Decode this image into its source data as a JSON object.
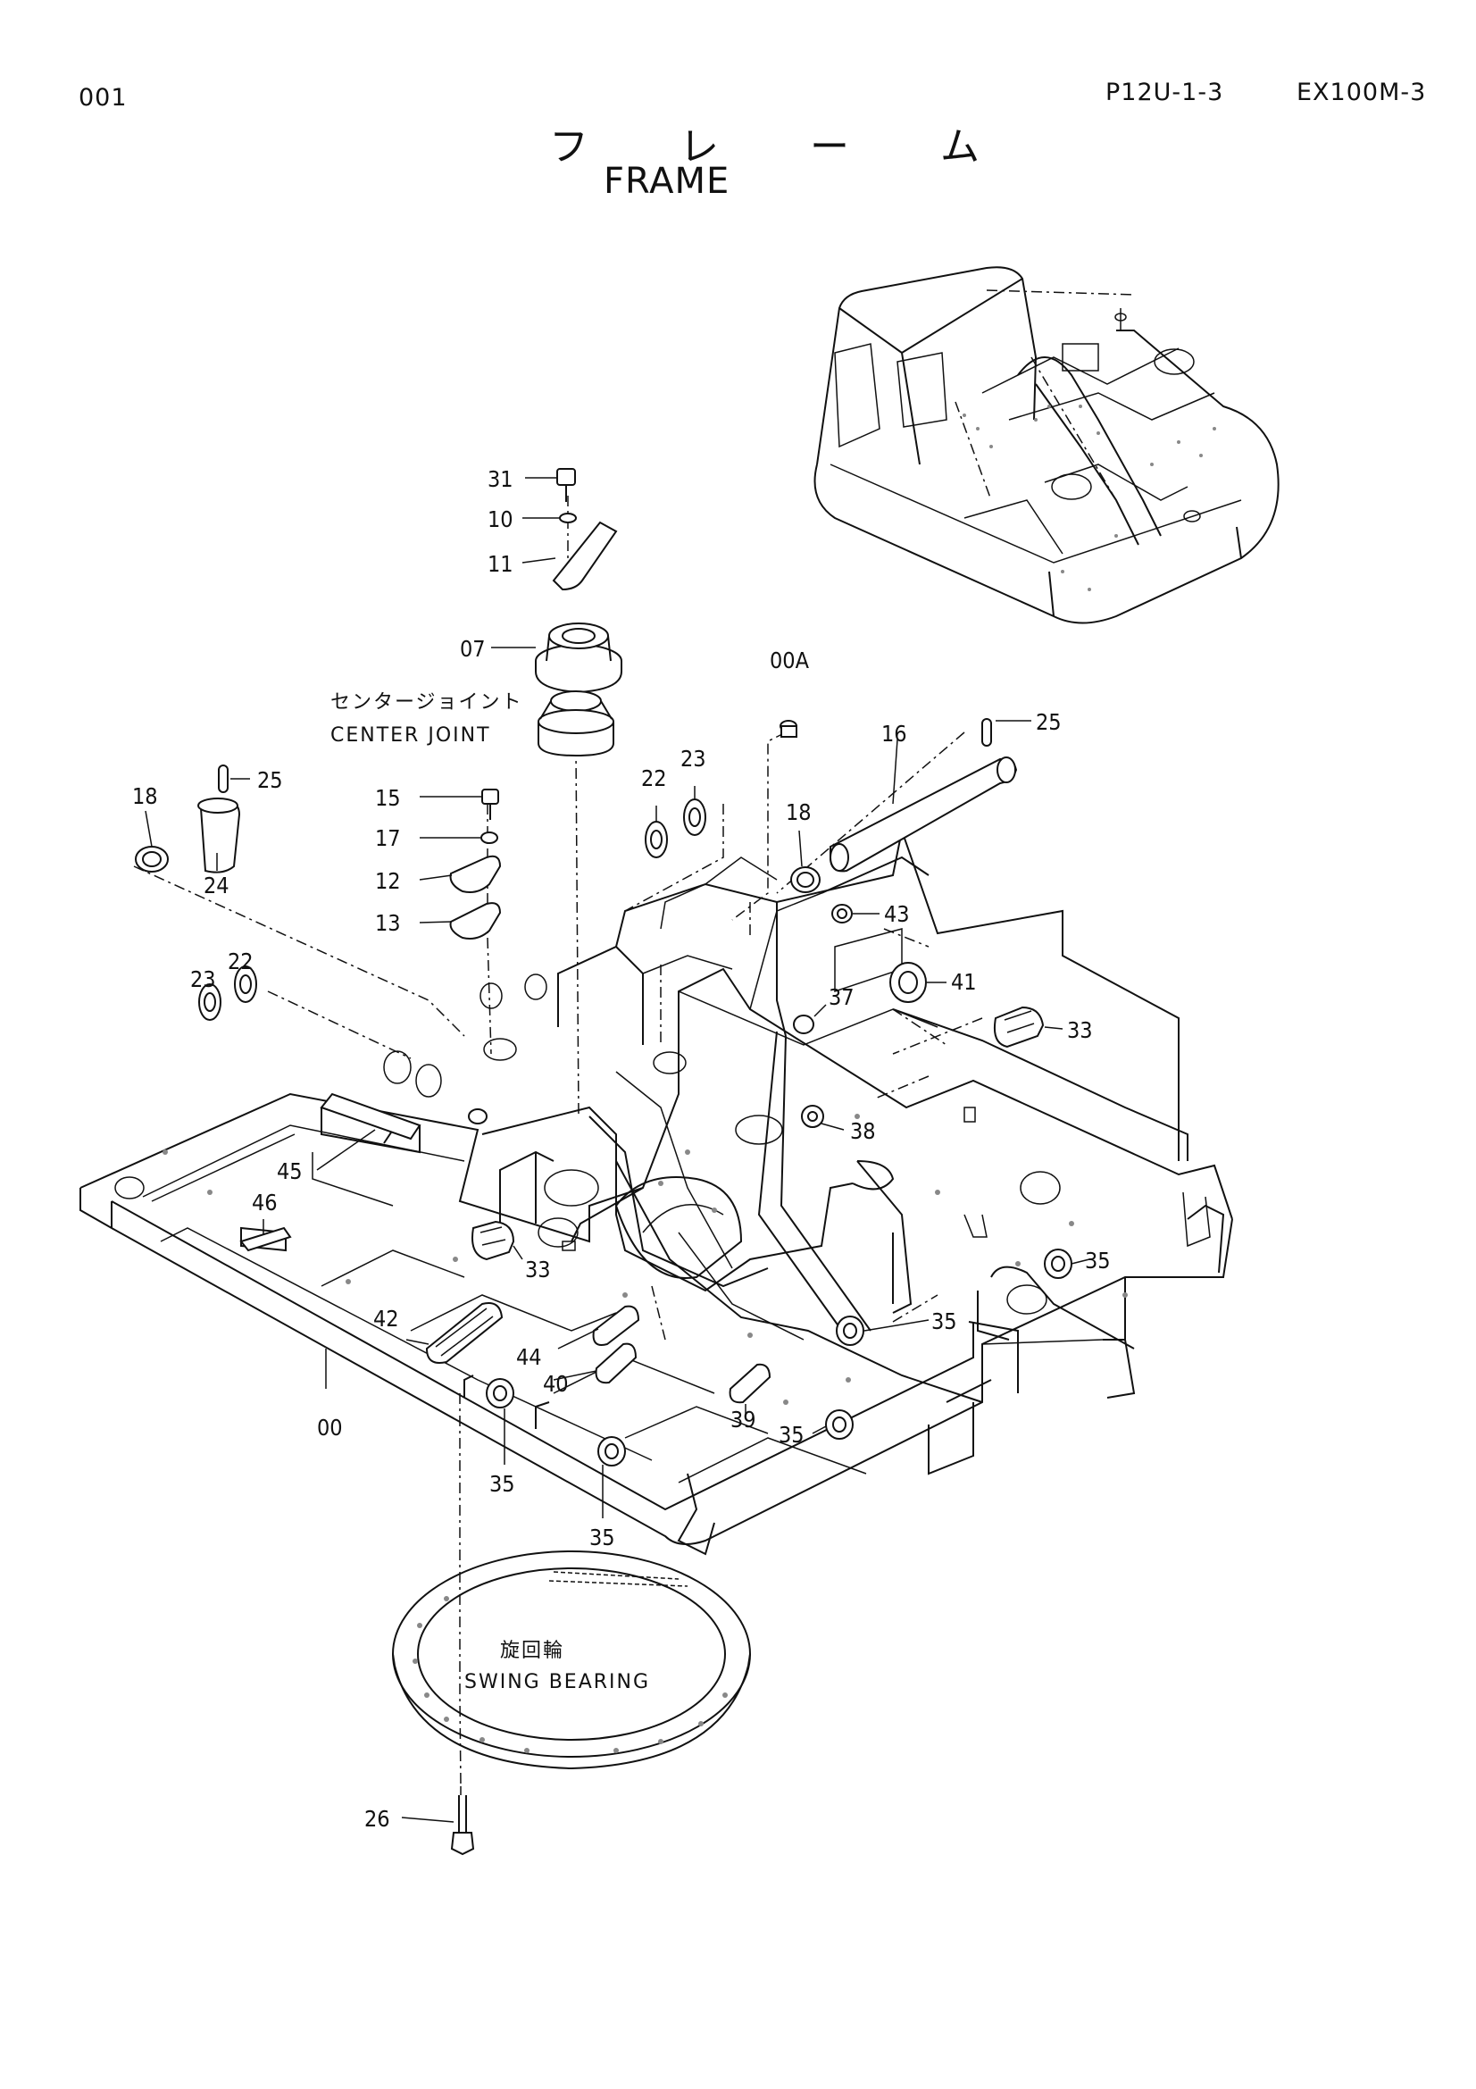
{
  "header": {
    "page_number": "001",
    "code": "P12U-1-3",
    "model": "EX100M-3"
  },
  "title": {
    "japanese": "フ レ ー ム",
    "english": "FRAME"
  },
  "captions": {
    "center_joint_jp": "センタージョイント",
    "center_joint_en": "CENTER JOINT",
    "swing_bearing_jp": "旋回輪",
    "swing_bearing_en": "SWING BEARING"
  },
  "part_labels": {
    "p31": "31",
    "p10": "10",
    "p11": "11",
    "p07": "07",
    "p00A": "00A",
    "p16": "16",
    "p25a": "25",
    "p25b": "25",
    "p18a": "18",
    "p24": "24",
    "p15": "15",
    "p17": "17",
    "p12": "12",
    "p13": "13",
    "p22a": "22",
    "p23a": "23",
    "p18b": "18",
    "p43": "43",
    "p41": "41",
    "p37": "37",
    "p23b": "23",
    "p22b": "22",
    "p33a": "33",
    "p38": "38",
    "p45": "45",
    "p46": "46",
    "p33b": "33",
    "p35a": "35",
    "p42": "42",
    "p35b": "35",
    "p44": "44",
    "p40": "40",
    "p39": "39",
    "p35c": "35",
    "p00": "00",
    "p35d": "35",
    "p35e": "35",
    "p26": "26"
  }
}
